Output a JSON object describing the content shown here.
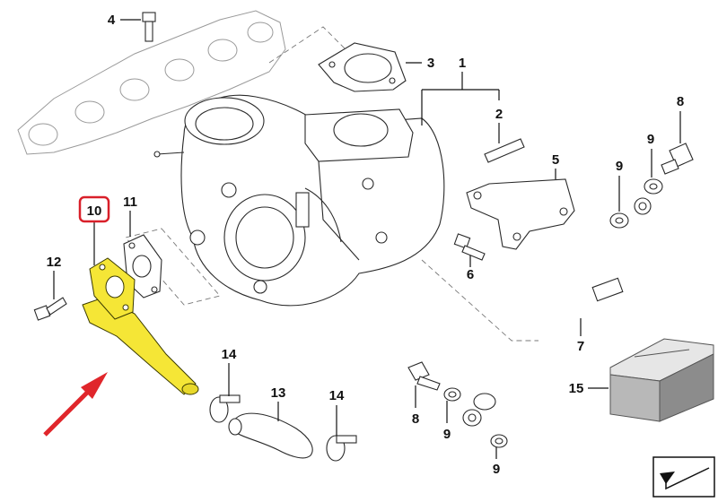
{
  "diagram": {
    "callouts": [
      {
        "id": "c1",
        "text": "1"
      },
      {
        "id": "c2",
        "text": "2"
      },
      {
        "id": "c3",
        "text": "3"
      },
      {
        "id": "c4",
        "text": "4"
      },
      {
        "id": "c5",
        "text": "5"
      },
      {
        "id": "c6",
        "text": "6"
      },
      {
        "id": "c7",
        "text": "7"
      },
      {
        "id": "c8a",
        "text": "8"
      },
      {
        "id": "c8b",
        "text": "8"
      },
      {
        "id": "c9a",
        "text": "9"
      },
      {
        "id": "c9b",
        "text": "9"
      },
      {
        "id": "c9c",
        "text": "9"
      },
      {
        "id": "c9d",
        "text": "9"
      },
      {
        "id": "c10",
        "text": "10"
      },
      {
        "id": "c11",
        "text": "11"
      },
      {
        "id": "c12",
        "text": "12"
      },
      {
        "id": "c13",
        "text": "13"
      },
      {
        "id": "c14a",
        "text": "14"
      },
      {
        "id": "c14b",
        "text": "14"
      },
      {
        "id": "c15",
        "text": "15"
      }
    ],
    "highlight": {
      "part_number": "10",
      "part_color": "#f5e636",
      "frame_color": "#d9202a",
      "arrow_color": "#e0262b"
    }
  }
}
